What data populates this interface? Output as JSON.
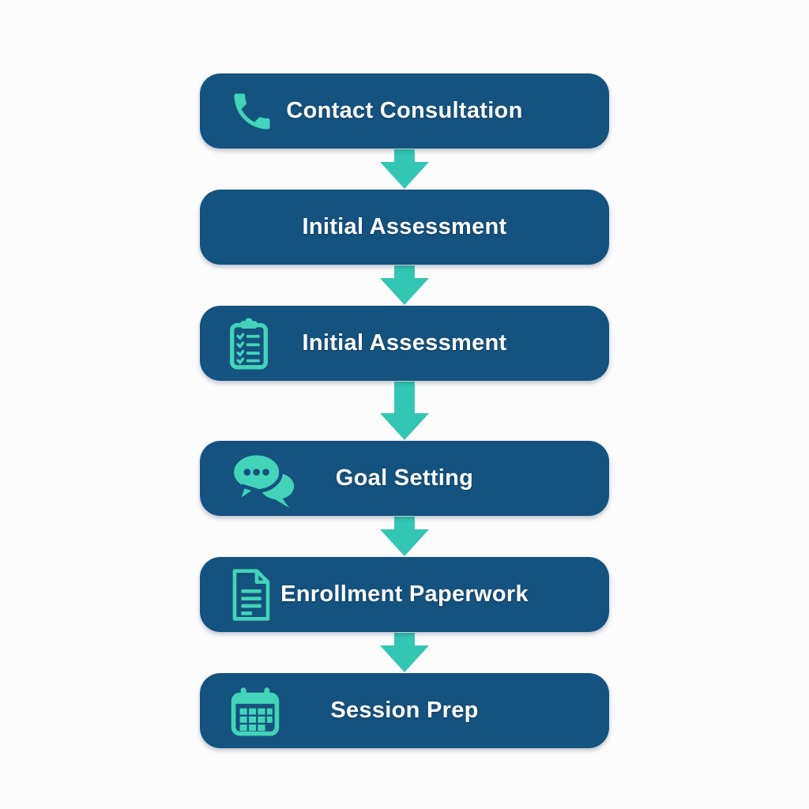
{
  "colors": {
    "page-bg": "#fcfcfc",
    "box-color": "#14527F",
    "arrow-color": "#33C7B3",
    "icon-color": "#43D3B9",
    "text-color": "#FFFFFF"
  },
  "flow": {
    "steps": [
      {
        "label": "Contact Consultation",
        "icon": "phone-icon"
      },
      {
        "label": "Initial Assessment",
        "icon": "none"
      },
      {
        "label": "Initial Assessment",
        "icon": "clipboard-checklist-icon"
      },
      {
        "label": "Goal Setting",
        "icon": "chat-bubbles-icon"
      },
      {
        "label": "Enrollment Paperwork",
        "icon": "document-icon"
      },
      {
        "label": "Session Prep",
        "icon": "calendar-icon"
      }
    ]
  }
}
